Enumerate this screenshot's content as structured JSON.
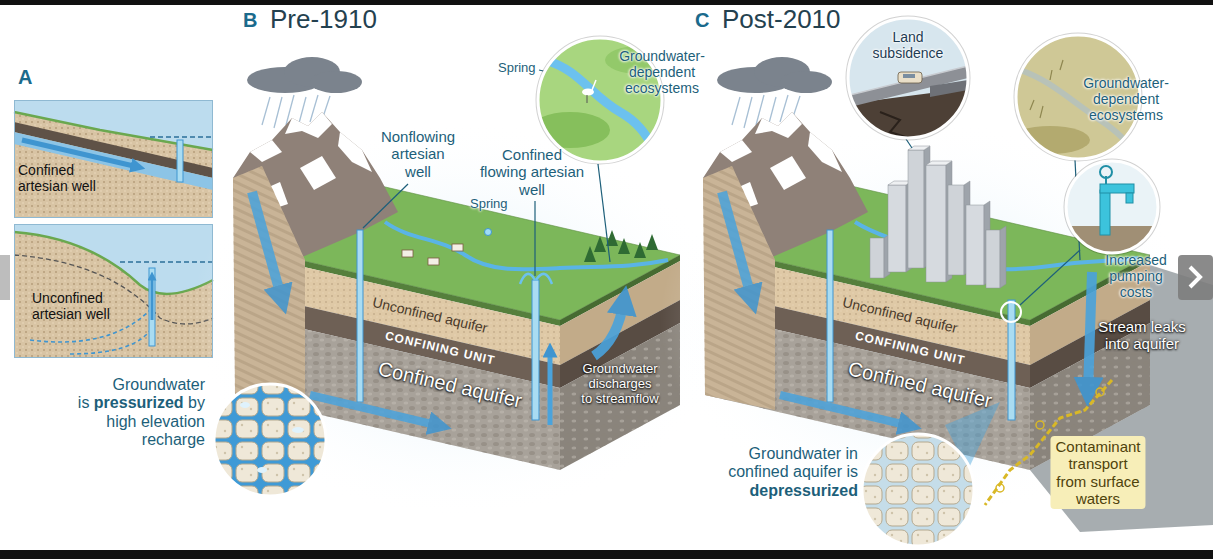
{
  "diagram": {
    "nodes": [
      {
        "text": [
          "Confined artesian well"
        ]
      },
      {
        "text": [
          "Unconfined artesian well"
        ]
      },
      {
        "text": [
          "Spring",
          "Groundwater-dependent ecosystems"
        ]
      },
      {
        "text": [
          "Land subsidence"
        ]
      },
      {
        "text": [
          "Groundwater-dependent ecosystems"
        ]
      },
      {
        "text": [
          "Increased pumping costs"
        ]
      }
    ],
    "labels": [
      "A",
      "B",
      "Pre-1910",
      "Nonflowing artesian well",
      "Spring",
      "Confined flowing artesian well",
      "Unconfined aquifer",
      "CONFINING UNIT",
      "Confined aquifer",
      "Groundwater is pressurized by high elevation recharge",
      "Groundwater discharges to streamflow",
      "C",
      "Post-2010",
      "Unconfined aquifer",
      "CONFINING UNIT",
      "Confined aquifer",
      "Stream leaks into aquifer",
      "Groundwater in confined aquifer is depressurized",
      "Contaminant transport from surface waters"
    ]
  }
}
